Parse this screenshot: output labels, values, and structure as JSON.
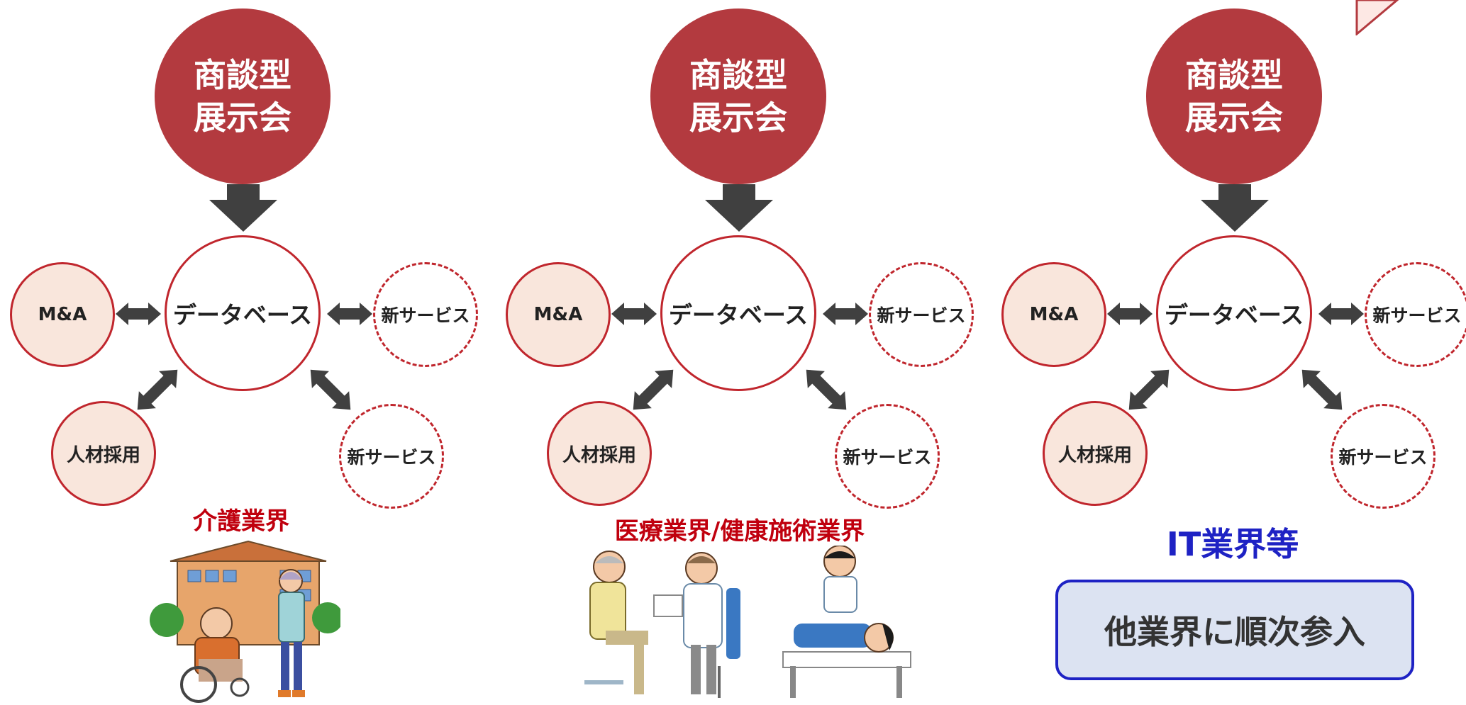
{
  "panels": [
    {
      "hub_lines": [
        "商談型",
        "展示会"
      ],
      "center": "データベース",
      "nodes": {
        "ma": "M&A",
        "jinzai": "人材採用",
        "service_right": "新サービス",
        "service_bottom": "新サービス"
      },
      "industry": "介護業界",
      "industry_color": "#c0000e",
      "illustration": "nursing-care-icon"
    },
    {
      "hub_lines": [
        "商談型",
        "展示会"
      ],
      "center": "データベース",
      "nodes": {
        "ma": "M&A",
        "jinzai": "人材採用",
        "service_right": "新サービス",
        "service_bottom": "新サービス"
      },
      "industry": "医療業界/健康施術業界",
      "industry_color": "#c0000e",
      "illustration": "medical-consultation-icon"
    },
    {
      "hub_lines": [
        "商談型",
        "展示会"
      ],
      "center": "データベース",
      "nodes": {
        "ma": "M&A",
        "jinzai": "人材採用",
        "service_right": "新サービス",
        "service_bottom": "新サービス"
      },
      "industry": "IT業界等",
      "industry_color": "#1e22c4"
    }
  ],
  "callout": "他業界に順次参入",
  "colors": {
    "hub": "#b33a3f",
    "border": "#c0262d",
    "node_fill": "#f9e6dc",
    "arrow": "#404040",
    "callout_fill": "#dce3f2",
    "callout_border": "#1e22c4"
  }
}
